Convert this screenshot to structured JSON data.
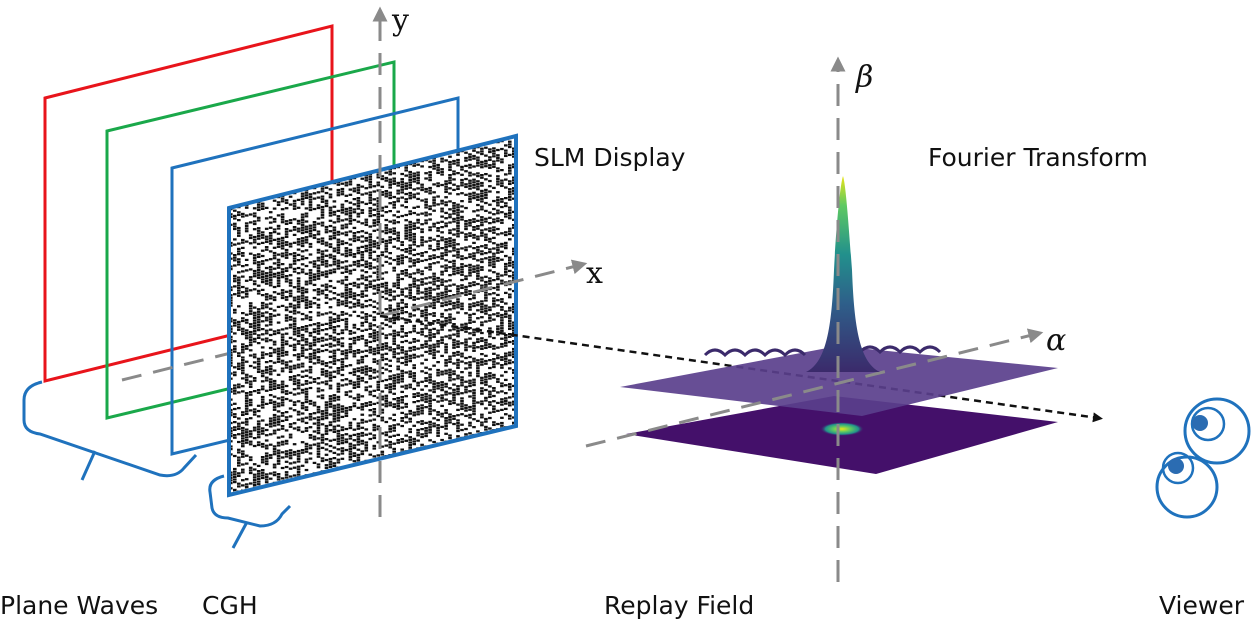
{
  "labels": {
    "slm_display": "SLM Display",
    "fourier_transform": "Fourier Transform",
    "plane_waves": "Plane Waves",
    "cgh": "CGH",
    "replay_field": "Replay Field",
    "viewer": "Viewer"
  },
  "axes": {
    "x": "x",
    "y": "y",
    "alpha": "α",
    "beta": "β"
  },
  "colors": {
    "red_wave": "#e8141b",
    "green_wave": "#1aa84a",
    "blue_wave": "#1f72bd",
    "slm_border": "#1f72bd",
    "axis_gray": "#8a8a8a",
    "plane_purple": "#5a3f8c",
    "plane_dark": "#44106a",
    "peak_yellow": "#e8e419",
    "peak_teal": "#22908c",
    "viewer_blue": "#1f72bd"
  }
}
